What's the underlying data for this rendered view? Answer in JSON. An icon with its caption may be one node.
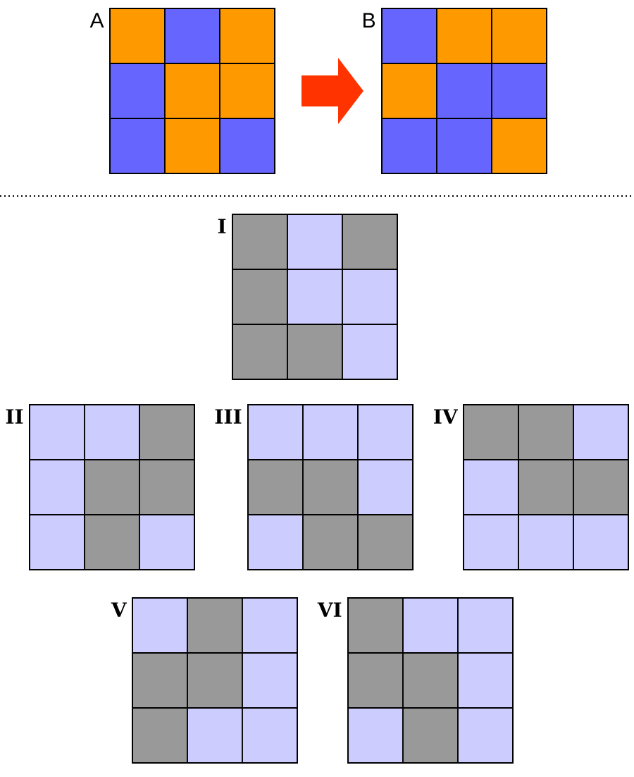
{
  "diagram": {
    "nodes": [
      {
        "text": [
          "A"
        ]
      },
      {
        "text": [
          "B"
        ]
      },
      {
        "text": [
          "I"
        ]
      },
      {
        "text": [
          "II"
        ]
      },
      {
        "text": [
          "III"
        ]
      },
      {
        "text": [
          "IV"
        ]
      },
      {
        "text": [
          "V"
        ]
      },
      {
        "text": [
          "VI"
        ]
      }
    ],
    "edges": [
      {
        "from": 0,
        "to": 1,
        "arrow": "to"
      }
    ]
  }
}
